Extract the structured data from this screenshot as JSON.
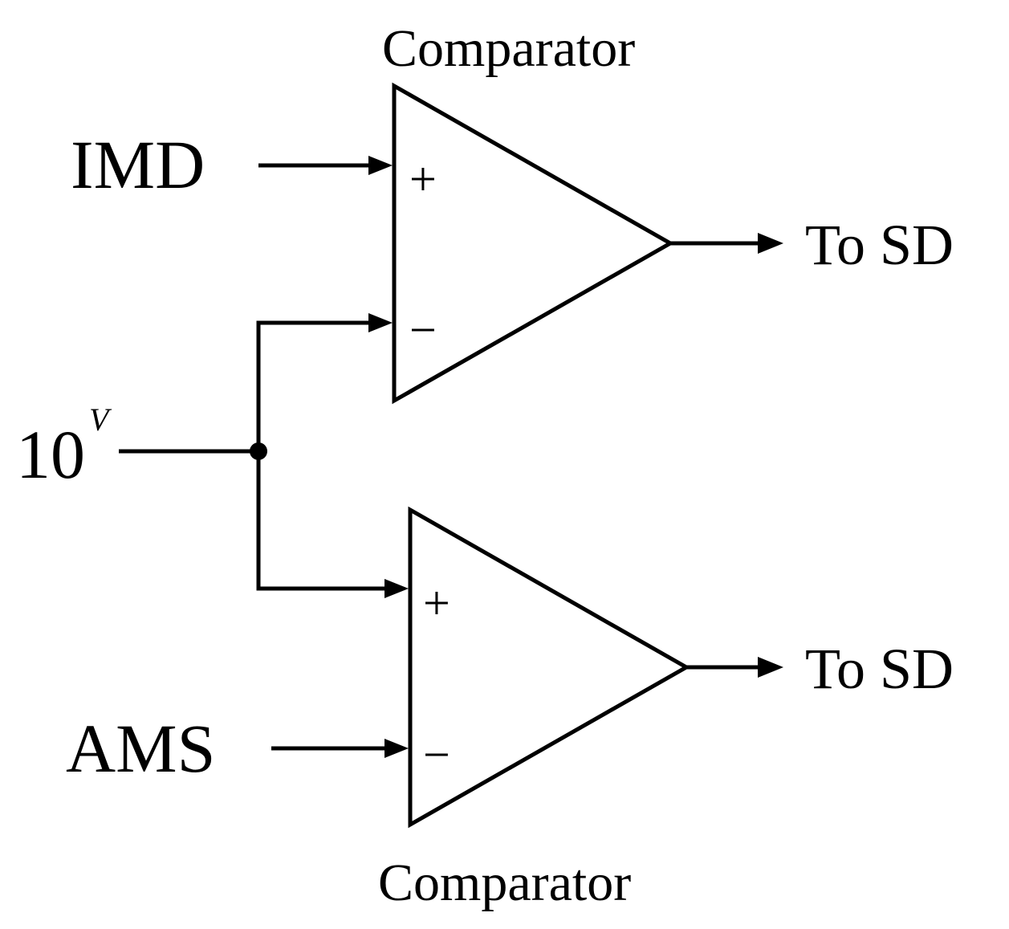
{
  "comparator_top": {
    "title": "Comparator",
    "plus": "+",
    "minus": "−",
    "output": "To SD"
  },
  "comparator_bottom": {
    "title": "Comparator",
    "plus": "+",
    "minus": "−",
    "output": "To SD"
  },
  "inputs": {
    "imd": "IMD",
    "ams": "AMS",
    "reference_value": "10",
    "reference_unit": "V"
  }
}
